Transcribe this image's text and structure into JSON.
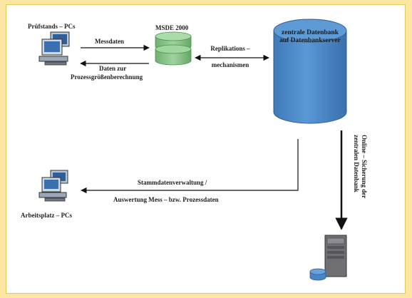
{
  "labels": {
    "pruefstands_pcs": "Prüfstands – PCs",
    "msde": "MSDE 2000",
    "messdaten": "Messdaten",
    "daten_zur": "Daten zur",
    "prozessgroessen": "Prozessgrößenberechnung",
    "replikation_1": "Replikations –",
    "replikation_2": "mechanismen",
    "zentral_1": "zentrale Datenbank",
    "zentral_2": "auf Datenbankserver",
    "stammdaten": "Stammdatenverwaltung /",
    "auswertung": "Auswertung Mess – bzw. Prozessdaten",
    "arbeitsplatz": "Arbeitsplatz – PCs",
    "online_1": "Online – Sicherung der",
    "online_2": "zentralen Datenbank"
  },
  "colors": {
    "frame": "#fbe7a3",
    "database": "#4a86c6",
    "msde": "#7fbf7f"
  },
  "icons": [
    "computer-icon",
    "database-icon",
    "server-icon",
    "arrow-icon"
  ]
}
